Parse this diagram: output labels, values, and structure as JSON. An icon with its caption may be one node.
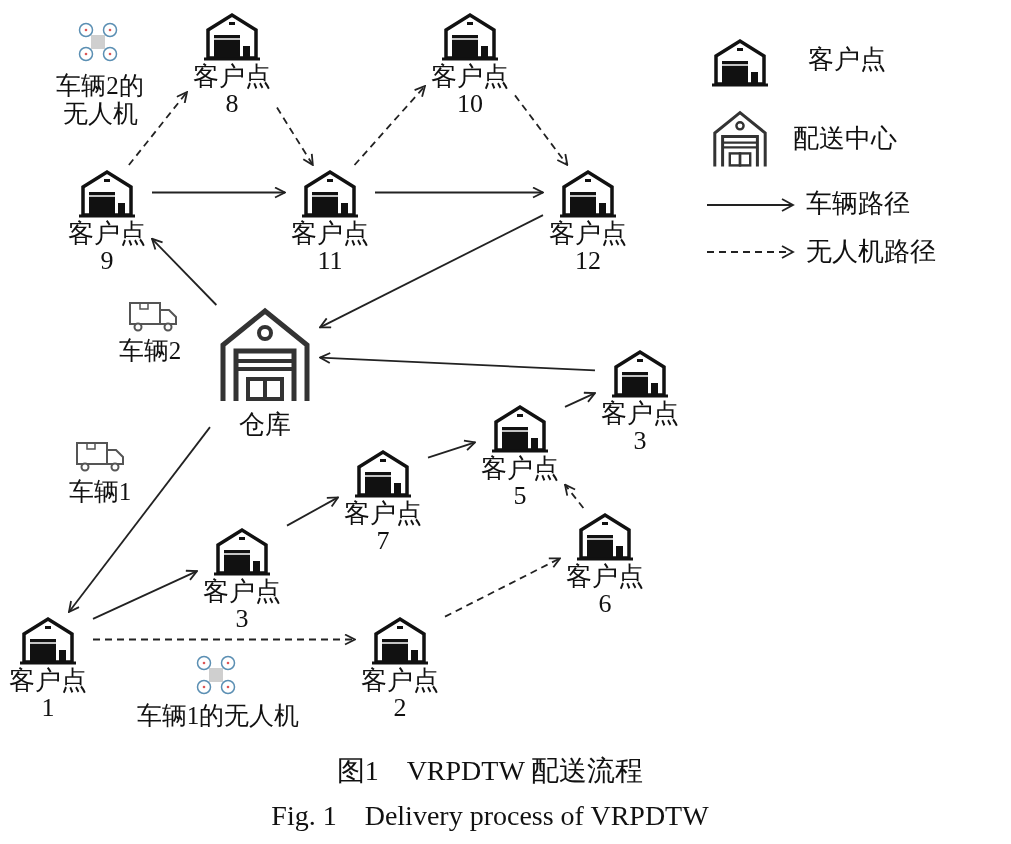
{
  "diagram": {
    "caption": "图1　VRPDTW 配送流程",
    "nodes": [
      {
        "text": [
          "客户点",
          "8"
        ]
      },
      {
        "text": [
          "客户点",
          "10"
        ]
      },
      {
        "text": [
          "客户点",
          "9"
        ]
      },
      {
        "text": [
          "客户点",
          "11"
        ]
      },
      {
        "text": [
          "客户点",
          "12"
        ]
      },
      {
        "text": [
          "仓库"
        ]
      },
      {
        "text": [
          "客户点",
          "3"
        ]
      },
      {
        "text": [
          "客户点",
          "5"
        ]
      },
      {
        "text": [
          "客户点",
          "7"
        ]
      },
      {
        "text": [
          "客户点",
          "3"
        ]
      },
      {
        "text": [
          "客户点",
          "6"
        ]
      },
      {
        "text": [
          "客户点",
          "1"
        ]
      },
      {
        "text": [
          "客户点",
          "2"
        ]
      }
    ],
    "edges": [
      {
        "from": 2,
        "to": 0,
        "arrow": "to",
        "style": "dashed"
      },
      {
        "from": 0,
        "to": 3,
        "arrow": "to",
        "style": "dashed"
      },
      {
        "from": 3,
        "to": 1,
        "arrow": "to",
        "style": "dashed"
      },
      {
        "from": 1,
        "to": 4,
        "arrow": "to",
        "style": "dashed"
      },
      {
        "from": 2,
        "to": 3,
        "arrow": "to"
      },
      {
        "from": 3,
        "to": 4,
        "arrow": "to"
      },
      {
        "from": 4,
        "to": 5,
        "arrow": "to"
      },
      {
        "from": 5,
        "to": 2,
        "arrow": "to"
      },
      {
        "from": 6,
        "to": 5,
        "arrow": "to"
      },
      {
        "from": 5,
        "to": 11,
        "arrow": "to"
      },
      {
        "from": 11,
        "to": 9,
        "arrow": "to"
      },
      {
        "from": 9,
        "to": 8,
        "arrow": "to"
      },
      {
        "from": 8,
        "to": 7,
        "arrow": "to"
      },
      {
        "from": 7,
        "to": 6,
        "arrow": "to"
      },
      {
        "from": 11,
        "to": 12,
        "arrow": "to",
        "style": "dashed"
      },
      {
        "from": 12,
        "to": 10,
        "arrow": "to",
        "style": "dashed"
      },
      {
        "from": 10,
        "to": 7,
        "arrow": "to",
        "style": "dashed"
      }
    ],
    "labels": [
      "车辆2的无人机",
      "车辆2",
      "车辆1",
      "车辆1的无人机",
      "Fig. 1　Delivery process of VRPDTW"
    ],
    "legend": [
      {
        "text": "客户点"
      },
      {
        "text": "配送中心"
      },
      {
        "text": "车辆路径"
      },
      {
        "text": "无人机路径"
      }
    ]
  }
}
